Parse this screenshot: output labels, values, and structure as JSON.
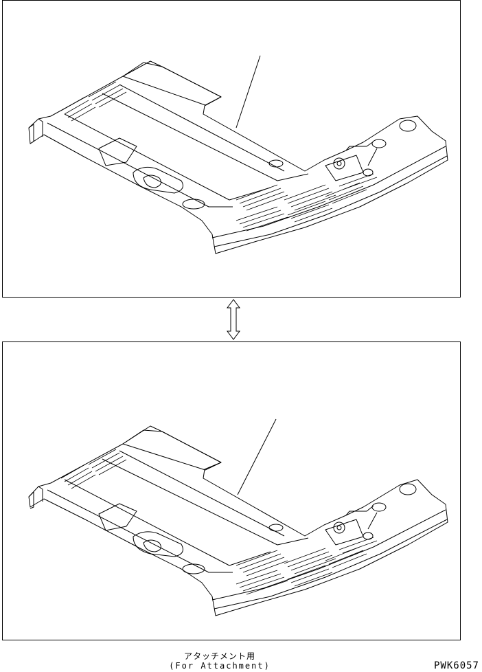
{
  "caption": {
    "japanese": "アタッチメント用",
    "english": "(For Attachment)"
  },
  "drawing_code": "PWK6057",
  "icons": {
    "swap": "double-headed-vertical-arrow-icon"
  }
}
